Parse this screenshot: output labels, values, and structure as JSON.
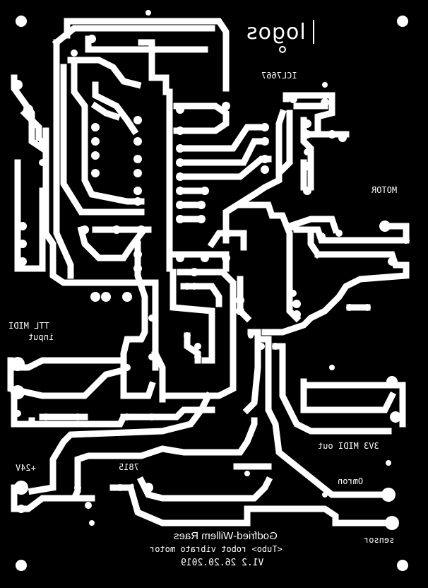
{
  "board": {
    "colors": {
      "background": "#000000",
      "copper": "#ffffff"
    },
    "logo_text": "logos",
    "labels": {
      "ic": "ICL7667",
      "motor": "MOTOR",
      "ttl_midi": "TTL MIDI",
      "input": "input",
      "midi_out": "3V3 MIDI out",
      "supply": "+24V",
      "regulator": "7815",
      "omron": "Omron",
      "sensor": "sensor",
      "author": "Godfried-Willem Raes",
      "description": "<Tubo> robot  vibrato motor",
      "version": "V1.2  26.20.2019"
    }
  }
}
